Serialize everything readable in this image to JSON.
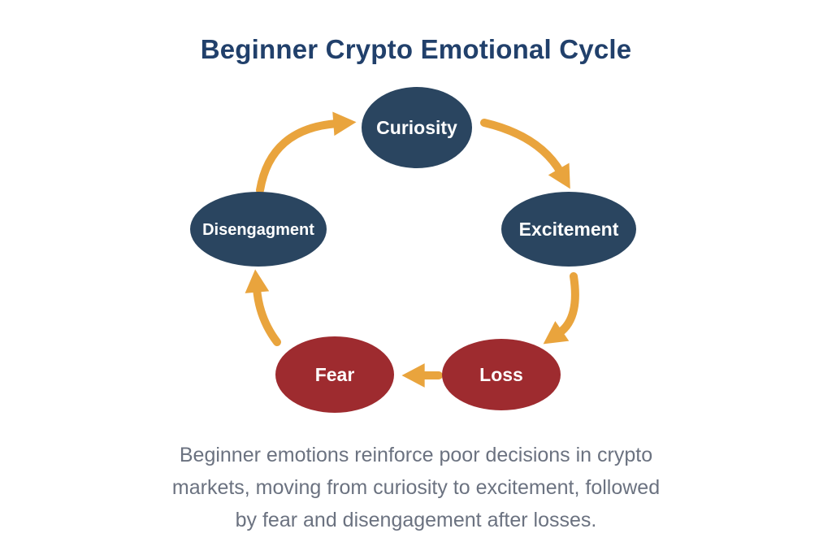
{
  "title": "Beginner Crypto Emotional Cycle",
  "caption_lines": [
    "Beginner emotions reinforce poor decisions in crypto",
    "markets, moving from curiosity to excitement, followed",
    "by fear and disengagement after losses."
  ],
  "colors": {
    "background": "#ffffff",
    "title_navy": "#21406b",
    "caption_gray": "#6b7280",
    "node_navy": "#2a4560",
    "node_red": "#9e2b2f",
    "node_text": "#ffffff",
    "arrow_orange": "#e9a43d"
  },
  "diagram": {
    "type": "cycle",
    "nodes": [
      {
        "id": "curiosity",
        "label": "Curiosity",
        "color": "navy"
      },
      {
        "id": "excitement",
        "label": "Excitement",
        "color": "navy"
      },
      {
        "id": "loss",
        "label": "Loss",
        "color": "red"
      },
      {
        "id": "fear",
        "label": "Fear",
        "color": "red"
      },
      {
        "id": "disengagment",
        "label": "Disengagment",
        "color": "navy"
      }
    ],
    "flow": [
      "Curiosity",
      "Excitement",
      "Loss",
      "Fear",
      "Disengagment",
      "Curiosity"
    ]
  }
}
